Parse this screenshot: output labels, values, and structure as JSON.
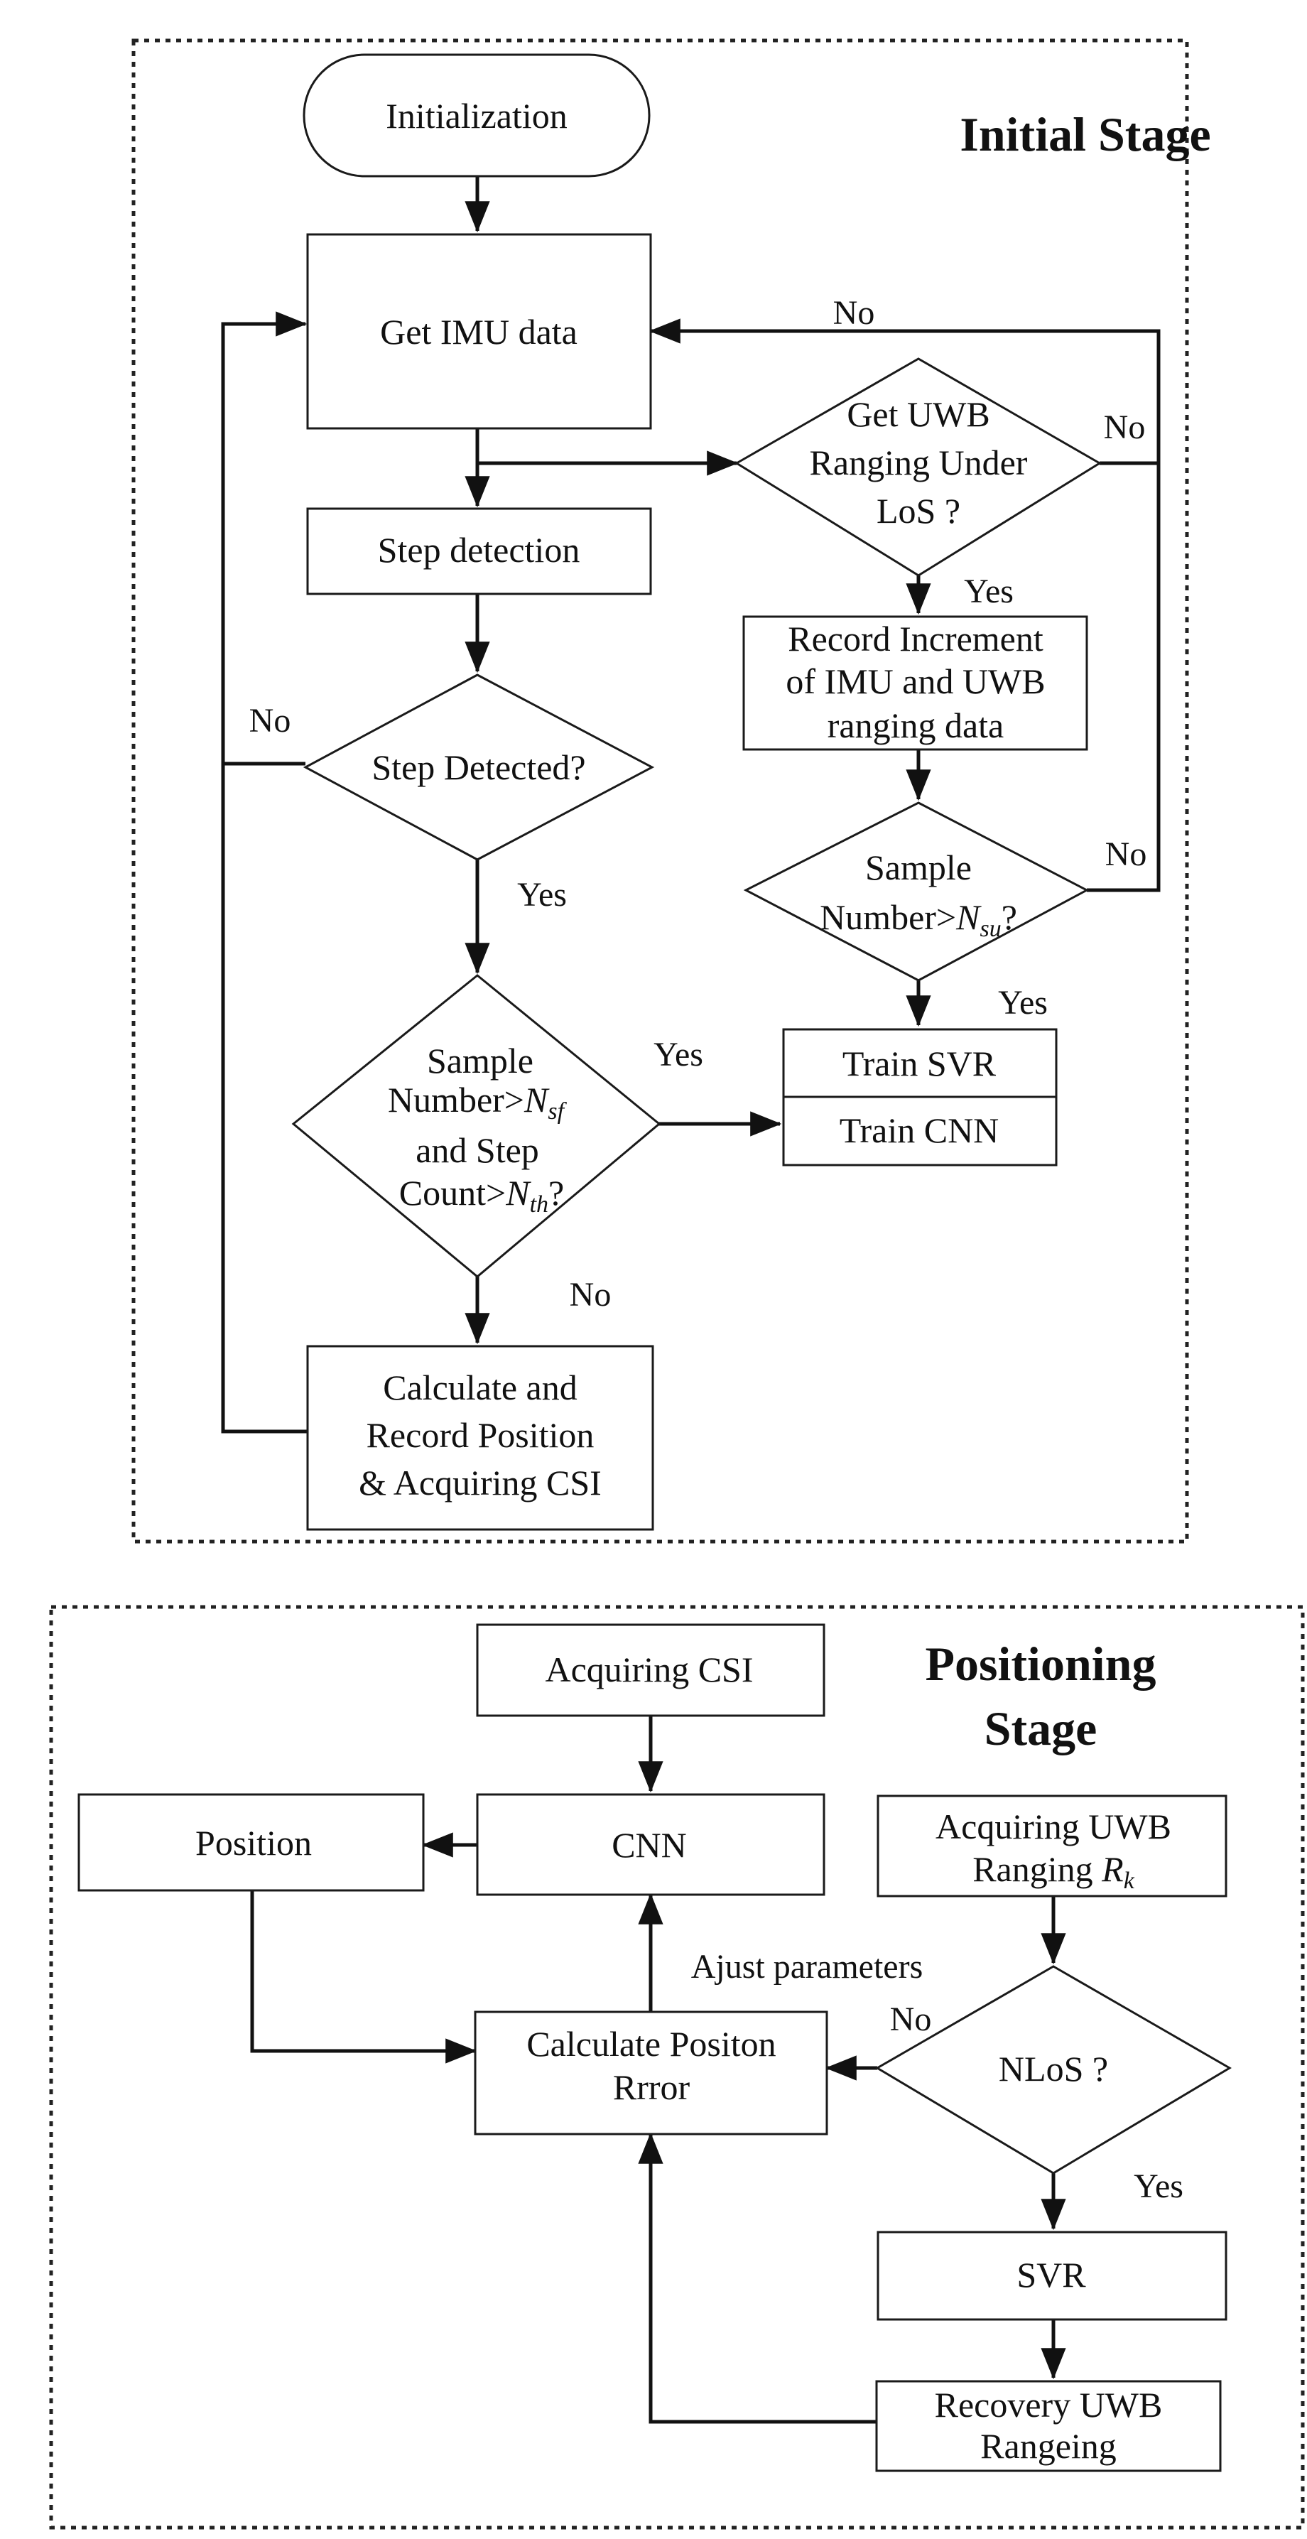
{
  "initial_stage": {
    "title": "Initial Stage",
    "nodes": {
      "initialization": "Initialization",
      "get_imu": "Get IMU data",
      "step_detection": "Step detection",
      "step_detected": "Step Detected?",
      "uwb_los_1": "Get UWB",
      "uwb_los_2": "Ranging Under",
      "uwb_los_3": "LoS ?",
      "record_1": "Record Increment",
      "record_2": "of IMU and UWB",
      "record_3": "ranging data",
      "sample_su_1": "Sample",
      "sample_su_2": "Number>",
      "sample_su_var": "N",
      "sample_su_sub": "su",
      "sample_su_q": "?",
      "cond_1": "Sample",
      "cond_2a": "Number>",
      "cond_2var": "N",
      "cond_2sub": "sf",
      "cond_3": "and Step",
      "cond_4a": "Count>",
      "cond_4var": "N",
      "cond_4sub": "th",
      "cond_4q": "?",
      "train_svr": "Train SVR",
      "train_cnn": "Train CNN",
      "calc_1": "Calculate and",
      "calc_2": "Record Position",
      "calc_3": "& Acquiring CSI"
    },
    "edge_labels": {
      "los_no_top": "No",
      "los_no_right": "No",
      "los_yes": "Yes",
      "step_no": "No",
      "step_yes": "Yes",
      "su_no": "No",
      "su_yes": "Yes",
      "cond_yes": "Yes",
      "cond_no": "No"
    }
  },
  "positioning_stage": {
    "title_1": "Positioning",
    "title_2": "Stage",
    "nodes": {
      "acquiring_csi": "Acquiring CSI",
      "cnn": "CNN",
      "position": "Position",
      "acq_uwb_1": "Acquiring UWB",
      "acq_uwb_2": "Ranging ",
      "acq_uwb_var": "R",
      "acq_uwb_sub": "k",
      "nlos": "NLoS ?",
      "calc_err_1": "Calculate Positon",
      "calc_err_2": "Rrror",
      "svr": "SVR",
      "recovery_1": "Recovery UWB",
      "recovery_2": "Rangeing"
    },
    "edge_labels": {
      "adjust": "Ajust parameters",
      "nlos_no": "No",
      "nlos_yes": "Yes"
    }
  }
}
